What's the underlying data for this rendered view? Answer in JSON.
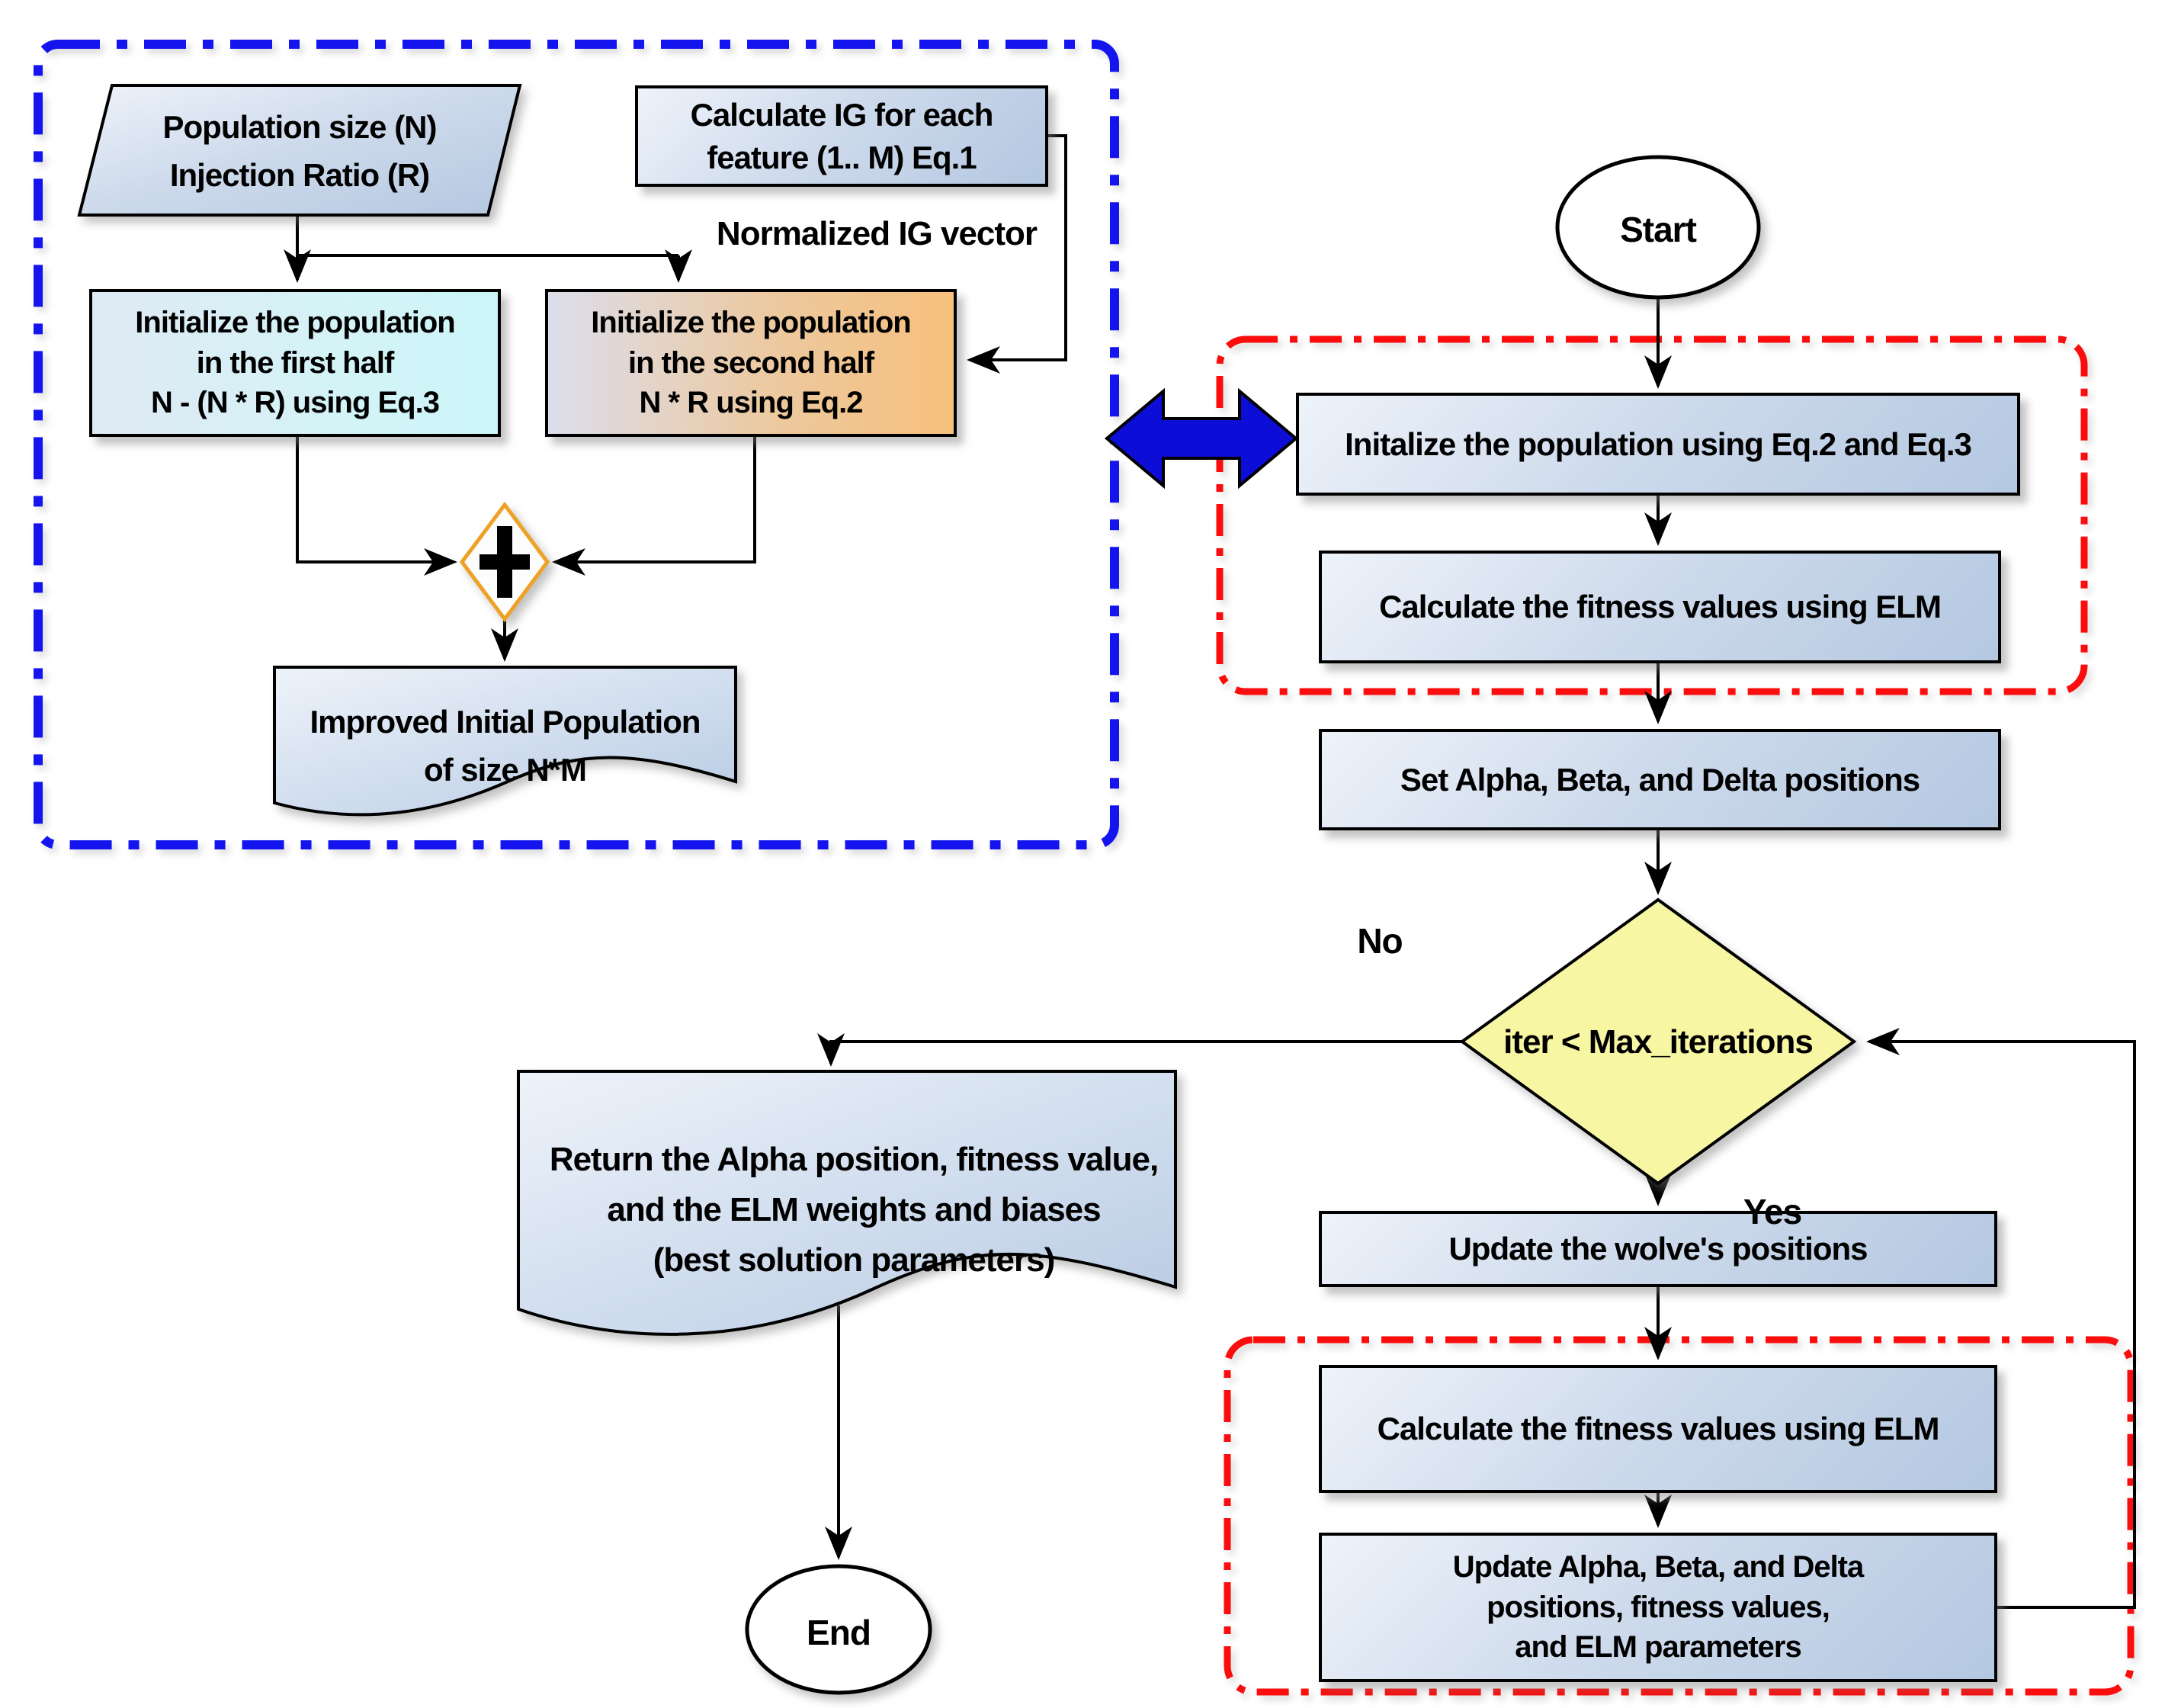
{
  "colors": {
    "background": "#ffffff",
    "blue_dash_border": "#1414ee",
    "red_dash_border": "#fb0d0d",
    "blue_double_arrow": "#0d0dd8",
    "decision_yellow": "#f7f6a3",
    "process_blue_gradient_end": "#b4c8e1",
    "first_half_cyan": "#cbf5f8",
    "second_half_orange": "#f7c07c",
    "merge_diamond_border": "#efa126",
    "connector_black": "#000000"
  },
  "left_group": {
    "input_parallelogram": {
      "lines": [
        "Population size (N)",
        "Injection Ratio (R)"
      ]
    },
    "calc_ig_box": {
      "lines": [
        "Calculate IG for each",
        "feature (1.. M)  Eq.1"
      ]
    },
    "normalized_ig_label": "Normalized IG vector",
    "init_first_half_box": {
      "lines": [
        "Initialize the population",
        "in the first half",
        "N - (N * R) using Eq.3"
      ]
    },
    "init_second_half_box": {
      "lines": [
        "Initialize the population",
        "in the second half",
        "N * R  using Eq.2"
      ]
    },
    "merge_symbol": "+",
    "improved_population_doc": {
      "lines": [
        "Improved Initial Population",
        "of size N*M"
      ]
    }
  },
  "main_flow": {
    "start_label": "Start",
    "init_population_box": "Initalize the population using Eq.2 and Eq.3",
    "calc_fitness_box_1": "Calculate the fitness values using ELM",
    "set_positions_box": "Set Alpha, Beta, and Delta positions",
    "decision_label": "iter < Max_iterations",
    "no_label": "No",
    "yes_label": "Yes",
    "update_wolves_box": "Update the wolve's positions",
    "calc_fitness_box_2": "Calculate the fitness values using ELM",
    "update_alpha_box": {
      "lines": [
        "Update Alpha, Beta, and Delta",
        "positions, fitness values,",
        "and ELM parameters"
      ]
    },
    "return_doc": {
      "lines": [
        "Return the Alpha position, fitness value,",
        "and the ELM weights and biases",
        "(best solution parameters)"
      ]
    },
    "end_label": "End"
  }
}
